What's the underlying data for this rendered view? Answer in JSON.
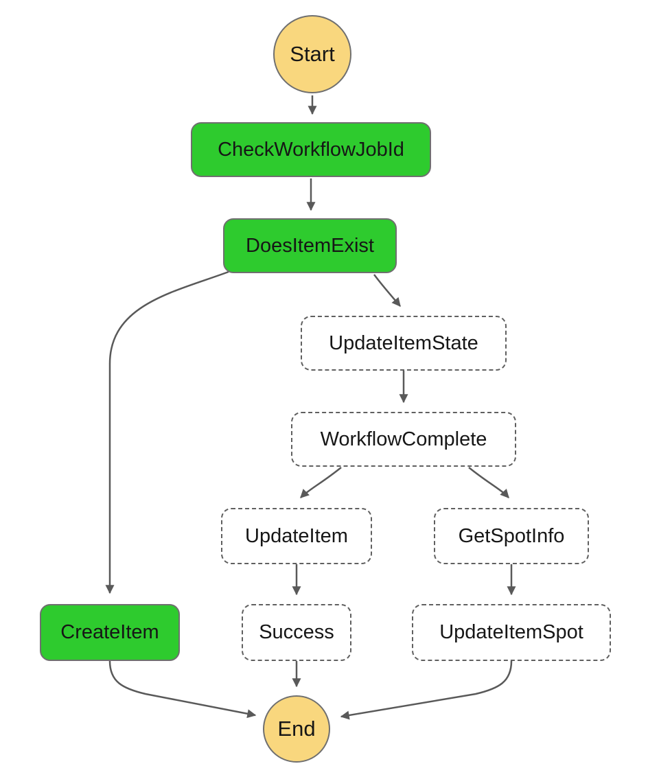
{
  "diagram": {
    "type": "workflow-graph",
    "nodes": {
      "start": {
        "label": "Start",
        "kind": "start-terminal"
      },
      "check_workflow_job_id": {
        "label": "CheckWorkflowJobId",
        "status": "completed"
      },
      "does_item_exist": {
        "label": "DoesItemExist",
        "status": "completed"
      },
      "update_item_state": {
        "label": "UpdateItemState",
        "status": "not-executed"
      },
      "workflow_complete": {
        "label": "WorkflowComplete",
        "status": "not-executed"
      },
      "update_item": {
        "label": "UpdateItem",
        "status": "not-executed"
      },
      "get_spot_info": {
        "label": "GetSpotInfo",
        "status": "not-executed"
      },
      "create_item": {
        "label": "CreateItem",
        "status": "completed"
      },
      "success": {
        "label": "Success",
        "status": "not-executed"
      },
      "update_item_spot": {
        "label": "UpdateItemSpot",
        "status": "not-executed"
      },
      "end": {
        "label": "End",
        "kind": "end-terminal"
      }
    },
    "edges": [
      {
        "from": "start",
        "to": "check_workflow_job_id"
      },
      {
        "from": "check_workflow_job_id",
        "to": "does_item_exist"
      },
      {
        "from": "does_item_exist",
        "to": "update_item_state"
      },
      {
        "from": "does_item_exist",
        "to": "create_item"
      },
      {
        "from": "update_item_state",
        "to": "workflow_complete"
      },
      {
        "from": "workflow_complete",
        "to": "update_item"
      },
      {
        "from": "workflow_complete",
        "to": "get_spot_info"
      },
      {
        "from": "update_item",
        "to": "success"
      },
      {
        "from": "get_spot_info",
        "to": "update_item_spot"
      },
      {
        "from": "create_item",
        "to": "end"
      },
      {
        "from": "success",
        "to": "end"
      },
      {
        "from": "update_item_spot",
        "to": "end"
      }
    ],
    "colors": {
      "completed_fill": "#2ecb2e",
      "terminal_fill": "#f9d77e",
      "node_border": "#6f6f6f",
      "pending_border": "#5f5f5f",
      "edge": "#595959",
      "text": "#161616",
      "background": "#ffffff"
    }
  }
}
